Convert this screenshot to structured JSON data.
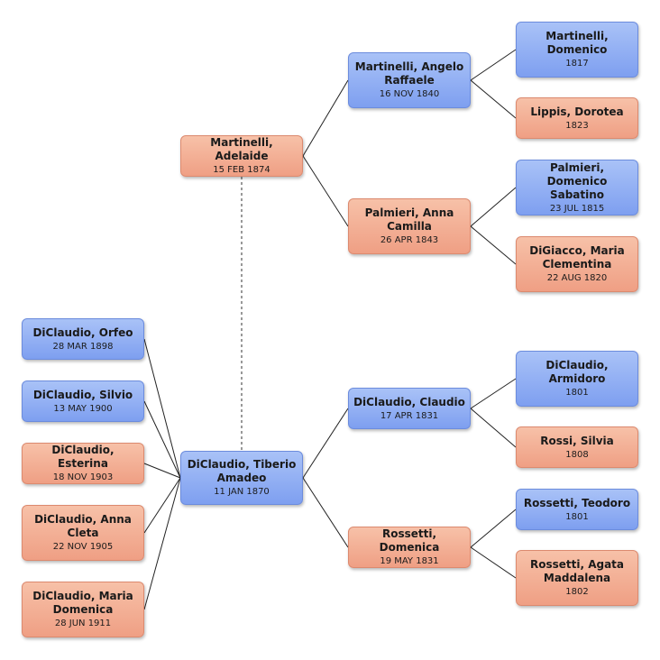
{
  "people": {
    "orfeo": {
      "name": "DiClaudio, Orfeo",
      "date": "28 MAR 1898",
      "sex": "male"
    },
    "silvio": {
      "name": "DiClaudio, Silvio",
      "date": "13 MAY 1900",
      "sex": "male"
    },
    "esterina": {
      "name": "DiClaudio, Esterina",
      "date": "18 NOV 1903",
      "sex": "female"
    },
    "anna_cleta": {
      "name": "DiClaudio, Anna Cleta",
      "date": "22 NOV 1905",
      "sex": "female"
    },
    "maria_domenica": {
      "name": "DiClaudio, Maria Domenica",
      "date": "28 JUN 1911",
      "sex": "female"
    },
    "tiberio": {
      "name": "DiClaudio, Tiberio Amadeo",
      "date": "11 JAN 1870",
      "sex": "male"
    },
    "adelaide": {
      "name": "Martinelli, Adelaide",
      "date": "15 FEB 1874",
      "sex": "female"
    },
    "angelo": {
      "name": "Martinelli, Angelo Raffaele",
      "date": "16 NOV 1840",
      "sex": "male"
    },
    "anna_camilla": {
      "name": "Palmieri, Anna Camilla",
      "date": "26 APR 1843",
      "sex": "female"
    },
    "claudio": {
      "name": "DiClaudio, Claudio",
      "date": "17 APR 1831",
      "sex": "male"
    },
    "domenica_rossetti": {
      "name": "Rossetti, Domenica",
      "date": "19 MAY 1831",
      "sex": "female"
    },
    "domenico_martinelli": {
      "name": "Martinelli, Domenico",
      "date": "1817",
      "sex": "male"
    },
    "dorotea": {
      "name": "Lippis, Dorotea",
      "date": "1823",
      "sex": "female"
    },
    "domenico_palmieri": {
      "name": "Palmieri, Domenico Sabatino",
      "date": "23 JUL 1815",
      "sex": "male"
    },
    "maria_clementina": {
      "name": "DiGiacco, Maria Clementina",
      "date": "22 AUG 1820",
      "sex": "female"
    },
    "armidoro": {
      "name": "DiClaudio, Armidoro",
      "date": "1801",
      "sex": "male"
    },
    "silvia": {
      "name": "Rossi, Silvia",
      "date": "1808",
      "sex": "female"
    },
    "teodoro": {
      "name": "Rossetti, Teodoro",
      "date": "1801",
      "sex": "male"
    },
    "agata": {
      "name": "Rossetti, Agata Maddalena",
      "date": "1802",
      "sex": "female"
    }
  },
  "colors": {
    "male": "#8eabf3",
    "female": "#f3ae93",
    "connector": "#222222",
    "spouse_link": "#555555"
  }
}
